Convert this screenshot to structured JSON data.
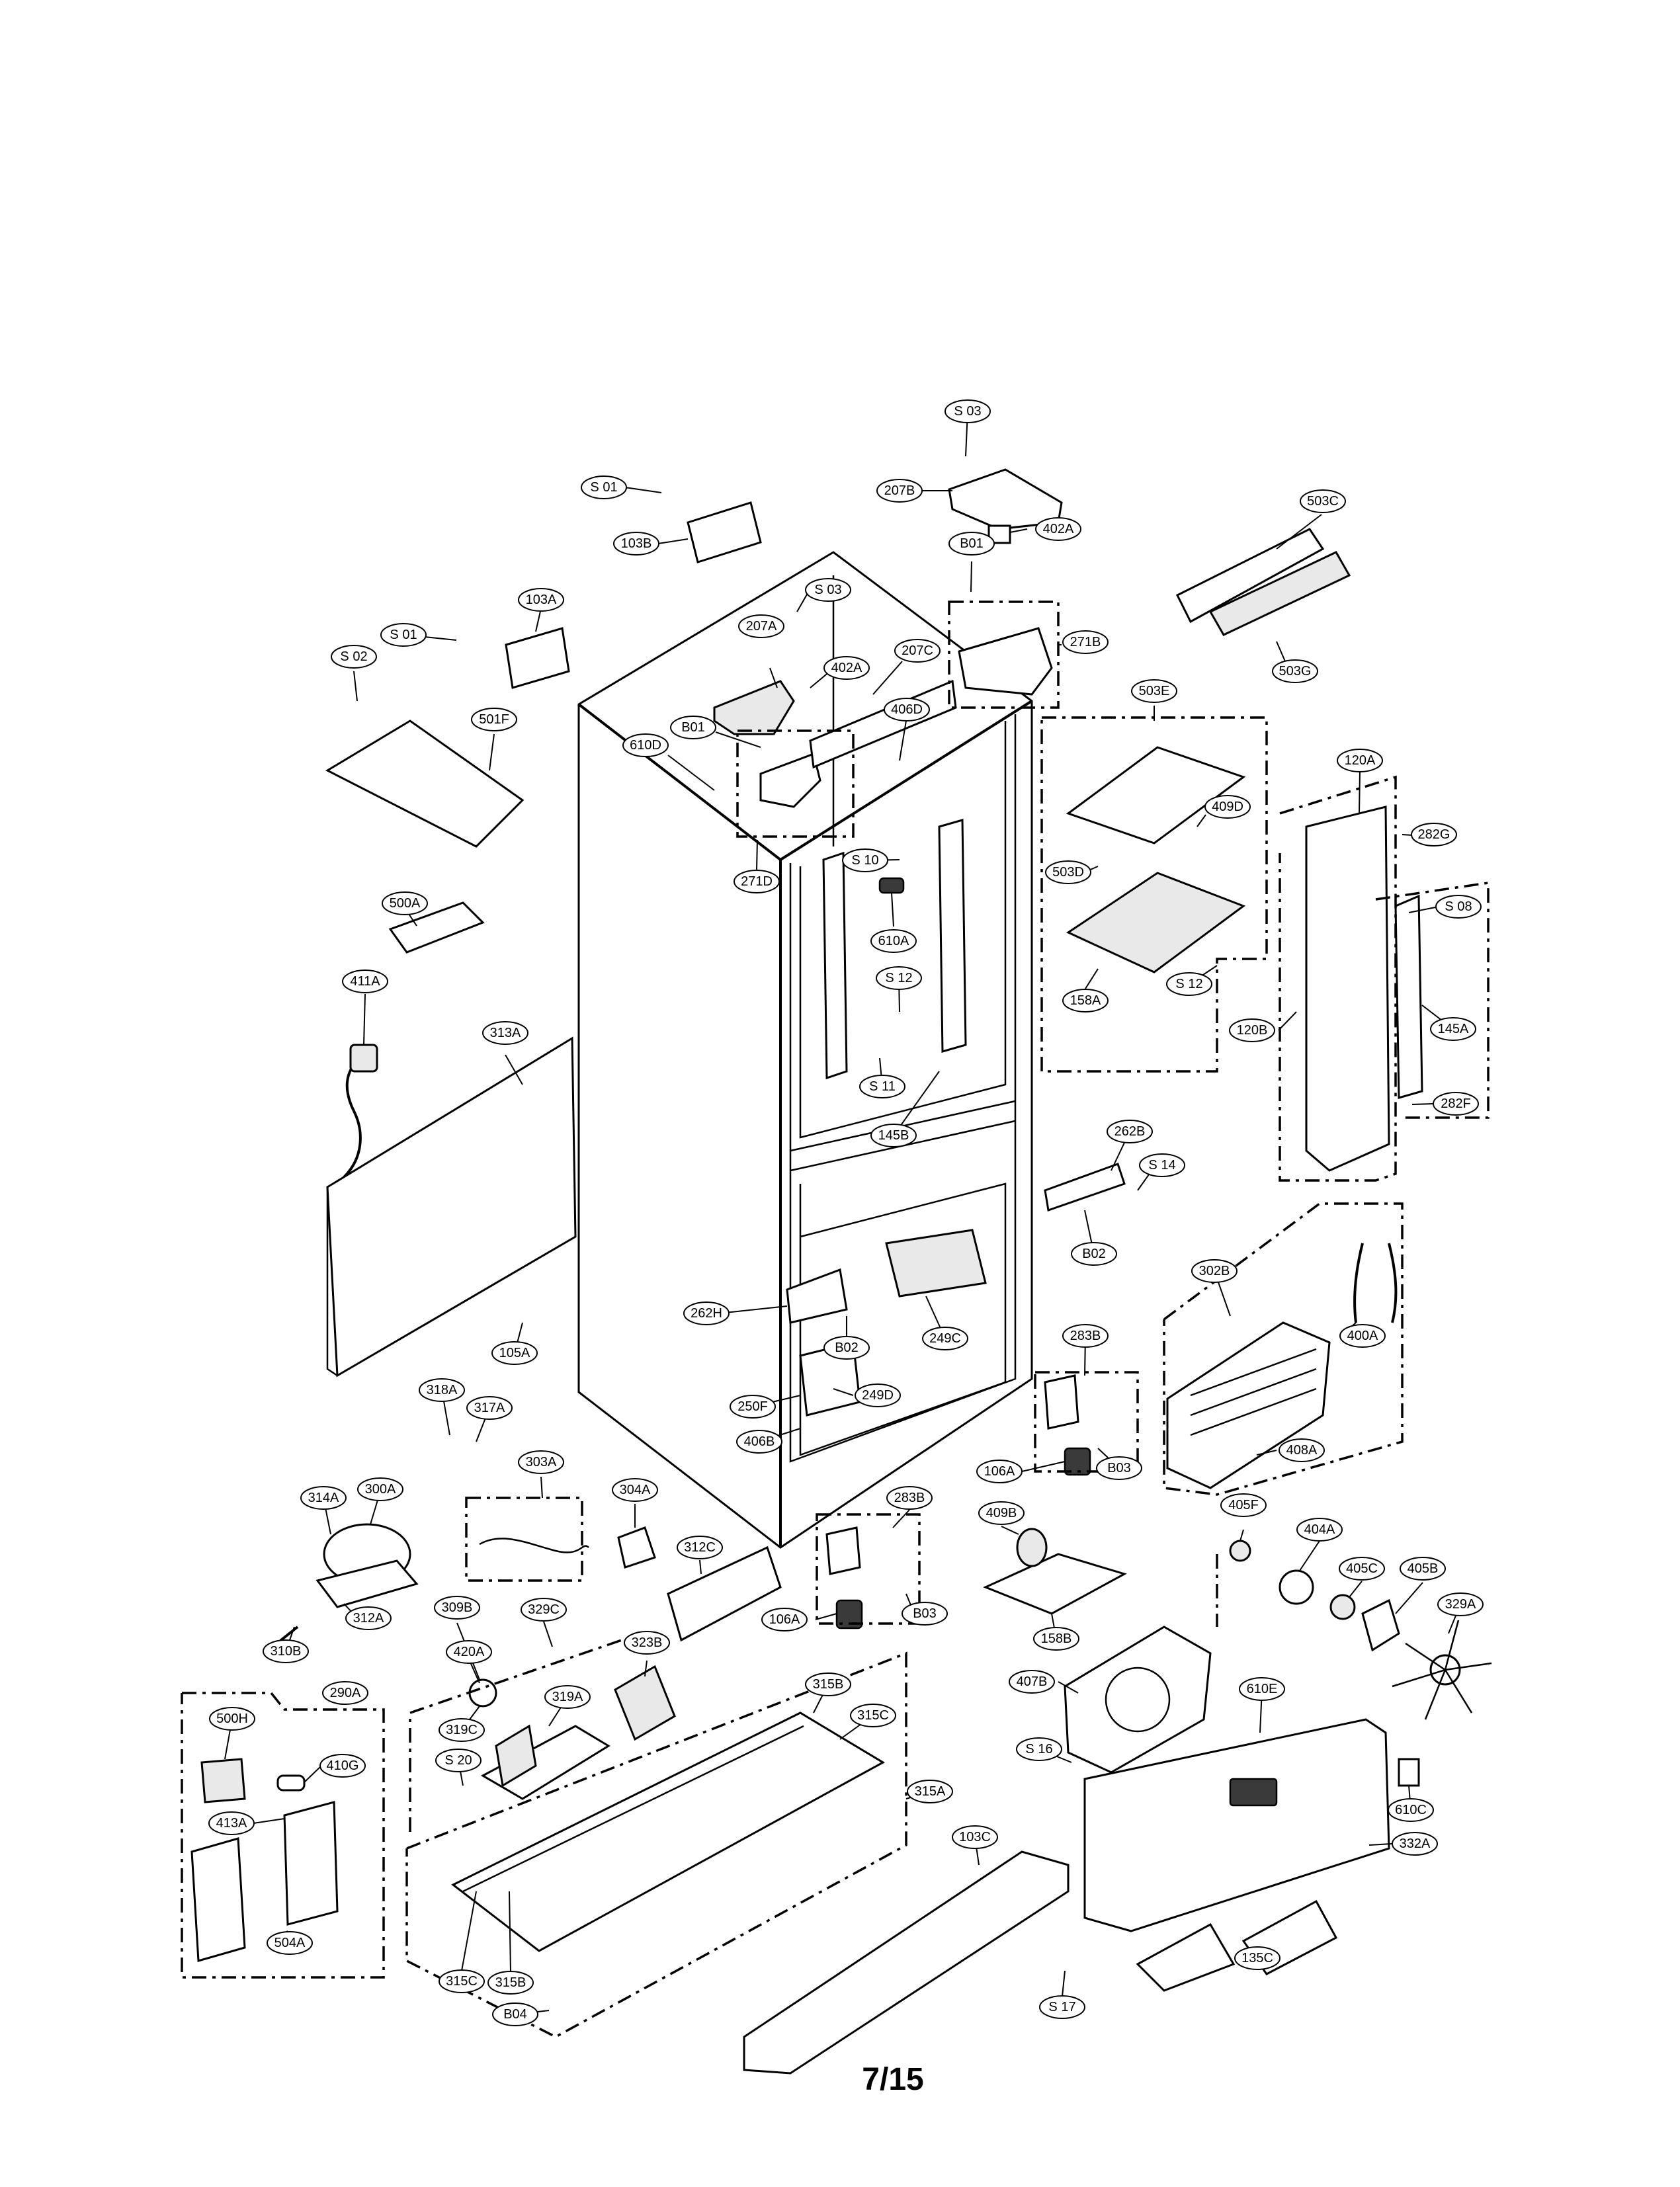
{
  "page_number": "7/15",
  "labels": {
    "S03_top": "S 03",
    "L207B": "207B",
    "L402A_top": "402A",
    "L503C": "503C",
    "S01_top": "S 01",
    "L103B": "103B",
    "B01_top": "B01",
    "L103A": "103A",
    "S03_mid": "S 03",
    "L207A": "207A",
    "L402A_mid": "402A",
    "L207C": "207C",
    "L271B": "271B",
    "S01_mid": "S 01",
    "S02": "S 02",
    "L501F": "501F",
    "L503G": "503G",
    "L503E": "503E",
    "L406D": "406D",
    "B01_mid": "B01",
    "L610D": "610D",
    "L271D": "271D",
    "L120A": "120A",
    "L409D": "409D",
    "L282G": "282G",
    "S10": "S 10",
    "L503D": "503D",
    "L500A": "500A",
    "L610A": "610A",
    "S08": "S 08",
    "L411A": "411A",
    "S12_mid": "S 12",
    "L158A": "158A",
    "S12_right": "S 12",
    "L120B": "120B",
    "L145A": "145A",
    "L313A": "313A",
    "S11": "S 11",
    "L145B": "145B",
    "L282F": "282F",
    "L262B": "262B",
    "S14": "S 14",
    "B02_right": "B02",
    "L302B": "302B",
    "L262H": "262H",
    "B02_mid": "B02",
    "L249C": "249C",
    "L283B_right": "283B",
    "L400A": "400A",
    "L105A": "105A",
    "L318A": "318A",
    "L317A": "317A",
    "L250F": "250F",
    "L249D": "249D",
    "L406B": "406B",
    "L106A_right": "106A",
    "B03_right": "B03",
    "L408A": "408A",
    "L303A": "303A",
    "L304A": "304A",
    "L314A": "314A",
    "L300A": "300A",
    "L283B_mid": "283B",
    "L409B": "409B",
    "L405F": "405F",
    "L404A": "404A",
    "L312C": "312C",
    "L312A": "312A",
    "L309B": "309B",
    "L329C": "329C",
    "L405C": "405C",
    "L405B": "405B",
    "L106A_mid": "106A",
    "B03_mid": "B03",
    "L158B": "158B",
    "L329A": "329A",
    "L310B": "310B",
    "L420A": "420A",
    "L323B": "323B",
    "L315B_top": "315B",
    "L290A": "290A",
    "L407B": "407B",
    "L610E": "610E",
    "L500H": "500H",
    "L319A": "319A",
    "L315C_top": "315C",
    "L319C": "319C",
    "L410G": "410G",
    "S20": "S 20",
    "S16": "S 16",
    "L315A": "315A",
    "L413A": "413A",
    "L610C": "610C",
    "L103C": "103C",
    "L332A": "332A",
    "L504A": "504A",
    "L315C_bot": "315C",
    "L315B_bot": "315B",
    "S17": "S 17",
    "L135C": "135C",
    "B04": "B04"
  }
}
